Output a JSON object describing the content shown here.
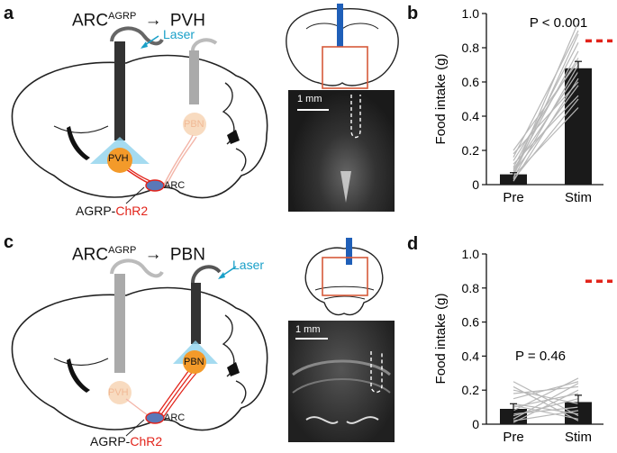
{
  "panels": {
    "a": {
      "letter": "a",
      "title_main": "ARC",
      "title_sup": "AGRP",
      "title_arrow": "→",
      "title_target": "PVH",
      "laser": "Laser",
      "pvh_label": "PVH",
      "pbn_label": "PBN",
      "arc_label": "ARC",
      "agrp_prefix": "AGRP-",
      "chr2": "ChR2",
      "scale": "1 mm"
    },
    "b": {
      "letter": "b",
      "stat": "P < 0.001",
      "ylabel": "Food intake (g)",
      "xticks": [
        "Pre",
        "Stim"
      ],
      "yticks": [
        "0",
        "0.2",
        "0.4",
        "0.6",
        "0.8",
        "1.0"
      ]
    },
    "c": {
      "letter": "c",
      "title_main": "ARC",
      "title_sup": "AGRP",
      "title_arrow": "→",
      "title_target": "PBN",
      "laser": "Laser",
      "pvh_label": "PVH",
      "pbn_label": "PBN",
      "arc_label": "ARC",
      "agrp_prefix": "AGRP-",
      "chr2": "ChR2",
      "scale": "1 mm"
    },
    "d": {
      "letter": "d",
      "stat": "P = 0.46",
      "ylabel": "Food intake (g)",
      "xticks": [
        "Pre",
        "Stim"
      ],
      "yticks": [
        "0",
        "0.2",
        "0.4",
        "0.6",
        "0.8",
        "1.0"
      ]
    }
  },
  "colors": {
    "bar": "#1a1a1a",
    "lines": "#b8b8b8",
    "dash": "#e2231a",
    "laser": "#1aa0c8",
    "chr2": "#e2231a"
  },
  "chart_data": [
    {
      "panel": "b",
      "type": "bar",
      "categories": [
        "Pre",
        "Stim"
      ],
      "values": [
        0.06,
        0.68
      ],
      "errors": [
        0.01,
        0.04
      ],
      "reference_line": 0.84,
      "ylabel": "Food intake (g)",
      "ylim": [
        0,
        1.0
      ],
      "paired_lines": [
        [
          0.02,
          0.62
        ],
        [
          0.03,
          0.5
        ],
        [
          0.04,
          0.7
        ],
        [
          0.05,
          0.88
        ],
        [
          0.06,
          0.95
        ],
        [
          0.07,
          0.58
        ],
        [
          0.08,
          0.78
        ],
        [
          0.09,
          0.66
        ],
        [
          0.1,
          0.83
        ],
        [
          0.12,
          0.52
        ],
        [
          0.14,
          0.74
        ],
        [
          0.16,
          0.9
        ],
        [
          0.18,
          0.6
        ],
        [
          0.2,
          0.72
        ],
        [
          0.05,
          0.45
        ]
      ]
    },
    {
      "panel": "d",
      "type": "bar",
      "categories": [
        "Pre",
        "Stim"
      ],
      "values": [
        0.09,
        0.13
      ],
      "errors": [
        0.03,
        0.04
      ],
      "reference_line": 0.84,
      "ylabel": "Food intake (g)",
      "ylim": [
        0,
        1.0
      ],
      "paired_lines": [
        [
          0.25,
          0.05
        ],
        [
          0.22,
          0.02
        ],
        [
          0.2,
          0.12
        ],
        [
          0.18,
          0.22
        ],
        [
          0.15,
          0.25
        ],
        [
          0.12,
          0.06
        ],
        [
          0.1,
          0.18
        ],
        [
          0.08,
          0.27
        ],
        [
          0.06,
          0.1
        ],
        [
          0.05,
          0.15
        ],
        [
          0.03,
          0.24
        ],
        [
          0.02,
          0.08
        ],
        [
          0.01,
          0.2
        ],
        [
          0.11,
          0.03
        ]
      ]
    }
  ]
}
